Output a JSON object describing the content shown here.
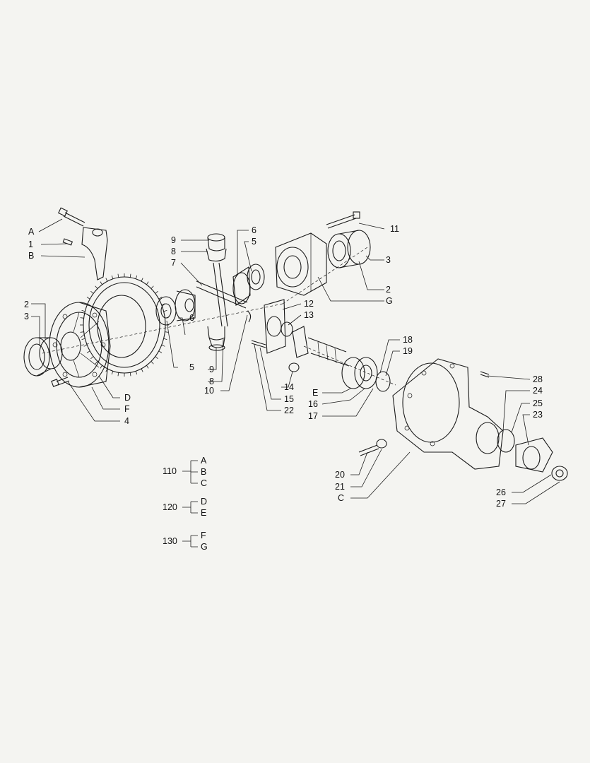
{
  "callouts": {
    "A_top": "A",
    "p1": "1",
    "B_top": "B",
    "p2_left": "2",
    "p3_left": "3",
    "p9_top": "9",
    "p8_top": "8",
    "p7": "7",
    "p6_top": "6",
    "p5_top": "5",
    "p11": "11",
    "p3_right": "3",
    "p2_right": "2",
    "G_right": "G",
    "p12": "12",
    "p13": "13",
    "p6_mid": "6",
    "p5_mid": "5",
    "p9_bot": "9",
    "p8_bot": "8",
    "p10": "10",
    "D": "D",
    "F": "F",
    "p4": "4",
    "p14": "14",
    "p15": "15",
    "p22": "22",
    "E": "E",
    "p16": "16",
    "p17": "17",
    "p18": "18",
    "p19": "19",
    "p28": "28",
    "p24": "24",
    "p25": "25",
    "p23": "23",
    "p20": "20",
    "p21": "21",
    "C_bot": "C",
    "p26": "26",
    "p27": "27"
  },
  "groups": [
    {
      "code": "110",
      "letters": [
        "A",
        "B",
        "C"
      ]
    },
    {
      "code": "120",
      "letters": [
        "D",
        "E"
      ]
    },
    {
      "code": "130",
      "letters": [
        "F",
        "G"
      ]
    }
  ]
}
